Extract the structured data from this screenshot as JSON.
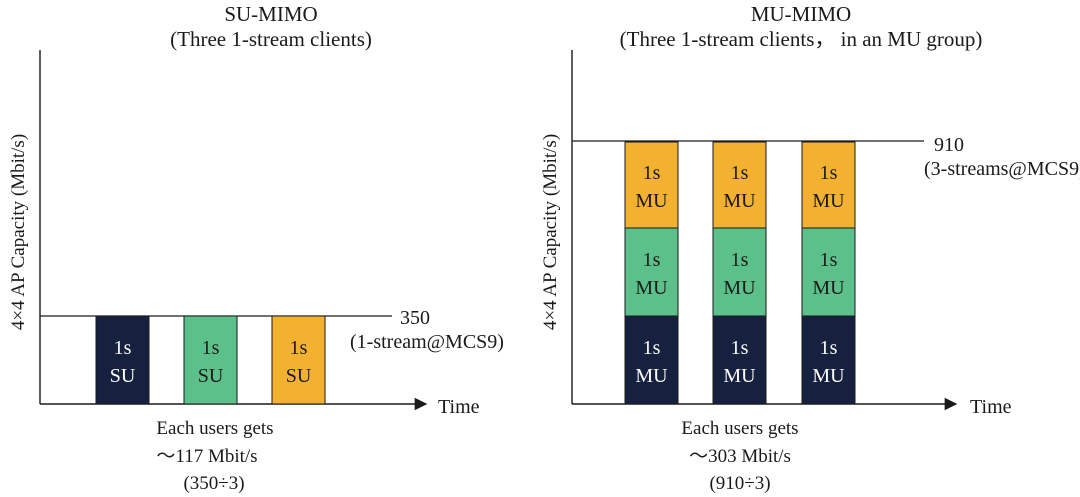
{
  "colors": {
    "navy": "#16213f",
    "green": "#5bc08a",
    "orange": "#f3b132",
    "axis": "#1a1a1a"
  },
  "su": {
    "title": "SU-MIMO",
    "subtitle": "(Three 1-stream clients)",
    "ylabel": "4×4 AP Capacity (Mbit/s)",
    "xlabel": "Time",
    "capacity_value": "350",
    "capacity_note": "(1-stream@MCS9)",
    "footer_1": "Each users gets",
    "footer_2": "～117 Mbit/s",
    "footer_3": "(350÷3)",
    "bars": [
      {
        "line1": "1s",
        "line2": "SU",
        "color": "navy"
      },
      {
        "line1": "1s",
        "line2": "SU",
        "color": "green"
      },
      {
        "line1": "1s",
        "line2": "SU",
        "color": "orange"
      }
    ]
  },
  "mu": {
    "title": "MU-MIMO",
    "subtitle": "(Three 1-stream clients， in an MU group)",
    "ylabel": "4×4 AP Capacity (Mbit/s)",
    "xlabel": "Time",
    "capacity_value": "910",
    "capacity_note": "(3-streams@MCS9)",
    "footer_1": "Each users gets",
    "footer_2": "～303 Mbit/s",
    "footer_3": "(910÷3)",
    "block_line1": "1s",
    "block_line2": "MU",
    "stack_colors": [
      "navy",
      "green",
      "orange"
    ],
    "columns": 3
  }
}
